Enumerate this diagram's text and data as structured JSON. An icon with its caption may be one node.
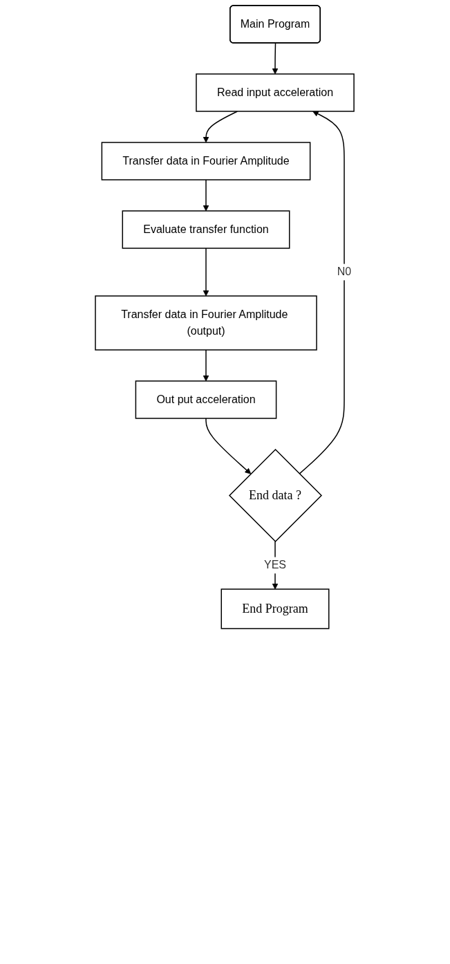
{
  "diagram": {
    "nodes": [
      {
        "text": [
          "Main Program"
        ]
      },
      {
        "text": [
          "Read input acceleration"
        ]
      },
      {
        "text": [
          "Transfer data in Fourier Amplitude"
        ]
      },
      {
        "text": [
          "Evaluate transfer function"
        ]
      },
      {
        "text": [
          "Transfer data in Fourier Amplitude (output)"
        ]
      },
      {
        "text": [
          "Out put acceleration"
        ]
      },
      {
        "text": [
          "End data ?"
        ]
      },
      {
        "text": [
          "End Program"
        ]
      }
    ],
    "edges": [
      {
        "from": 0,
        "to": 1,
        "arrow": "to"
      },
      {
        "from": 1,
        "to": 2,
        "arrow": "to"
      },
      {
        "from": 2,
        "to": 3,
        "arrow": "to"
      },
      {
        "from": 3,
        "to": 4,
        "arrow": "to"
      },
      {
        "from": 4,
        "to": 5,
        "arrow": "to"
      },
      {
        "from": 5,
        "to": 6,
        "arrow": "to"
      },
      {
        "from": 6,
        "to": 1,
        "label": "N0",
        "arrow": "to"
      },
      {
        "from": 6,
        "to": 7,
        "label": "YES",
        "arrow": "to"
      }
    ]
  }
}
